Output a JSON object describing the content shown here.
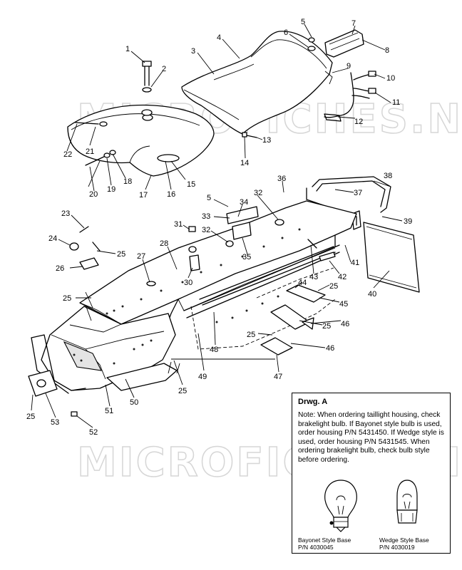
{
  "watermark": "MICROFICHES.NET",
  "callouts": [
    {
      "id": "c1",
      "text": "1"
    },
    {
      "id": "c2",
      "text": "2"
    },
    {
      "id": "c3",
      "text": "3"
    },
    {
      "id": "c4",
      "text": "4"
    },
    {
      "id": "c5a",
      "text": "5"
    },
    {
      "id": "c6",
      "text": "6"
    },
    {
      "id": "c7",
      "text": "7"
    },
    {
      "id": "c8",
      "text": "8"
    },
    {
      "id": "c9",
      "text": "9"
    },
    {
      "id": "c10",
      "text": "10"
    },
    {
      "id": "c11",
      "text": "11"
    },
    {
      "id": "c12",
      "text": "12"
    },
    {
      "id": "c13",
      "text": "13"
    },
    {
      "id": "c14",
      "text": "14"
    },
    {
      "id": "c15",
      "text": "15"
    },
    {
      "id": "c16",
      "text": "16"
    },
    {
      "id": "c17",
      "text": "17"
    },
    {
      "id": "c18",
      "text": "18"
    },
    {
      "id": "c19",
      "text": "19"
    },
    {
      "id": "c20",
      "text": "20"
    },
    {
      "id": "c21",
      "text": "21"
    },
    {
      "id": "c22",
      "text": "22"
    },
    {
      "id": "c23",
      "text": "23"
    },
    {
      "id": "c24",
      "text": "24"
    },
    {
      "id": "c25a",
      "text": "25"
    },
    {
      "id": "c26",
      "text": "26"
    },
    {
      "id": "c27",
      "text": "27"
    },
    {
      "id": "c28",
      "text": "28"
    },
    {
      "id": "c25b",
      "text": "25"
    },
    {
      "id": "c31",
      "text": "31"
    },
    {
      "id": "c32a",
      "text": "32"
    },
    {
      "id": "c30",
      "text": "30"
    },
    {
      "id": "c5b",
      "text": "5"
    },
    {
      "id": "c33",
      "text": "33"
    },
    {
      "id": "c34",
      "text": "34"
    },
    {
      "id": "c35",
      "text": "35"
    },
    {
      "id": "c32b",
      "text": "32"
    },
    {
      "id": "c36",
      "text": "36"
    },
    {
      "id": "c37",
      "text": "37"
    },
    {
      "id": "c38",
      "text": "38"
    },
    {
      "id": "c39",
      "text": "39"
    },
    {
      "id": "c40",
      "text": "40"
    },
    {
      "id": "c41",
      "text": "41"
    },
    {
      "id": "c42",
      "text": "42"
    },
    {
      "id": "c43",
      "text": "43"
    },
    {
      "id": "c44",
      "text": "44"
    },
    {
      "id": "c25c",
      "text": "25"
    },
    {
      "id": "c45",
      "text": "45"
    },
    {
      "id": "c25d",
      "text": "25"
    },
    {
      "id": "c46a",
      "text": "46"
    },
    {
      "id": "c25e",
      "text": "25"
    },
    {
      "id": "c46b",
      "text": "46"
    },
    {
      "id": "c47",
      "text": "47"
    },
    {
      "id": "c48",
      "text": "48"
    },
    {
      "id": "c49",
      "text": "49"
    },
    {
      "id": "c25f",
      "text": "25"
    },
    {
      "id": "c50",
      "text": "50"
    },
    {
      "id": "c51",
      "text": "51"
    },
    {
      "id": "c25g",
      "text": "25"
    },
    {
      "id": "c53",
      "text": "53"
    },
    {
      "id": "c52",
      "text": "52"
    }
  ],
  "drawing_a": {
    "title": "Drwg. A",
    "note": "Note: When ordering taillight housing, check brakelight bulb.  If Bayonet style bulb is  used, order housing P/N 5431450.  If Wedge style is used, order housing P/N 5431545. When ordering brakelight bulb, check bulb style before ordering.",
    "bayonet_label": "Bayonet Style Base",
    "bayonet_pn": "P/N 4030045",
    "wedge_label": "Wedge Style Base",
    "wedge_pn": "P/N 4030019"
  }
}
